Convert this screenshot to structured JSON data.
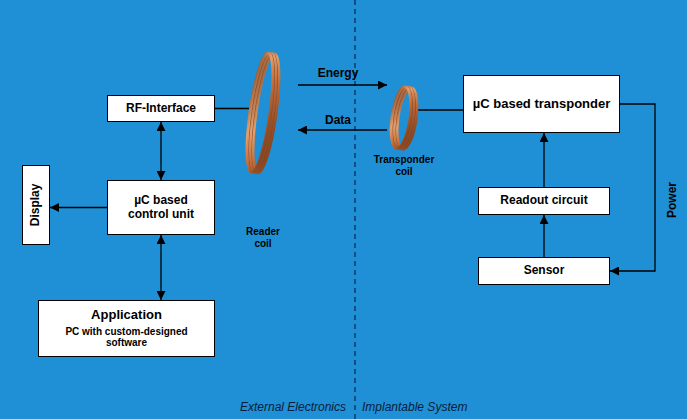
{
  "diagram": {
    "nodes": [
      {
        "text": [
          "RF-Interface"
        ]
      },
      {
        "text": [
          "Reader coil"
        ]
      },
      {
        "text": [
          "Transponder coil"
        ]
      },
      {
        "text": [
          "µC based transponder"
        ]
      },
      {
        "text": [
          "Display"
        ]
      },
      {
        "text": [
          "µC based control unit"
        ]
      },
      {
        "text": [
          "Readout circuit"
        ]
      },
      {
        "text": [
          "Application",
          "PC with custom-designed software"
        ]
      },
      {
        "text": [
          "Sensor"
        ]
      }
    ],
    "edges": [
      {
        "from": 0,
        "to": 5,
        "arrow": "both"
      },
      {
        "from": 0,
        "to": 1,
        "arrow": "none"
      },
      {
        "from": 1,
        "to": 2,
        "label": "Energy",
        "arrow": "to"
      },
      {
        "from": 2,
        "to": 1,
        "label": "Data",
        "arrow": "to"
      },
      {
        "from": 2,
        "to": 3,
        "arrow": "none"
      },
      {
        "from": 5,
        "to": 4,
        "arrow": "to"
      },
      {
        "from": 5,
        "to": 7,
        "arrow": "both"
      },
      {
        "from": 6,
        "to": 3,
        "arrow": "to"
      },
      {
        "from": 8,
        "to": 6,
        "arrow": "to"
      },
      {
        "from": 3,
        "to": 8,
        "label": "Power",
        "arrow": "to"
      }
    ],
    "labels": [
      "External Electronics",
      "Implantable System"
    ]
  }
}
